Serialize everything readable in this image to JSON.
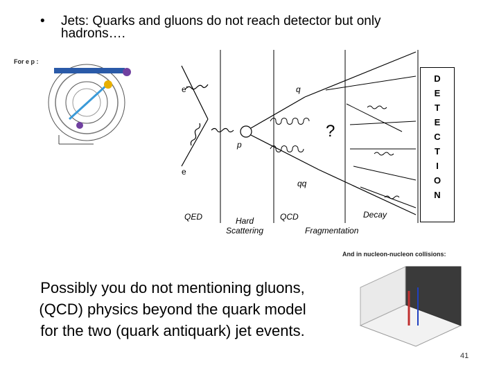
{
  "slide": {
    "bullet_symbol": "•",
    "bullet_text_line1": "Jets: Quarks and gluons do not reach detector but only",
    "bullet_text_line2": "hadrons….",
    "body_line1": "Possibly you do not mentioning gluons,",
    "body_line2": "(QCD) physics beyond the quark model",
    "body_line3": "for the two (quark antiquark) jet events.",
    "slide_number": "41"
  },
  "inset_left": {
    "header": "For e p :"
  },
  "inset_right": {
    "header": "And in nucleon-nucleon collisions:"
  },
  "diagram": {
    "labels": {
      "e_prime": "e'",
      "q": "q",
      "p": "p",
      "e": "e",
      "qq": "qq",
      "question": "?",
      "qed": "QED",
      "hard_line1": "Hard",
      "hard_line2": "Scattering",
      "qcd": "QCD",
      "fragmentation": "Fragmentation",
      "decay": "Decay"
    },
    "detection_letters": [
      "D",
      "E",
      "T",
      "E",
      "C",
      "T",
      "I",
      "O",
      "N"
    ]
  },
  "colors": {
    "ink": "#000000",
    "background": "#ffffff"
  }
}
